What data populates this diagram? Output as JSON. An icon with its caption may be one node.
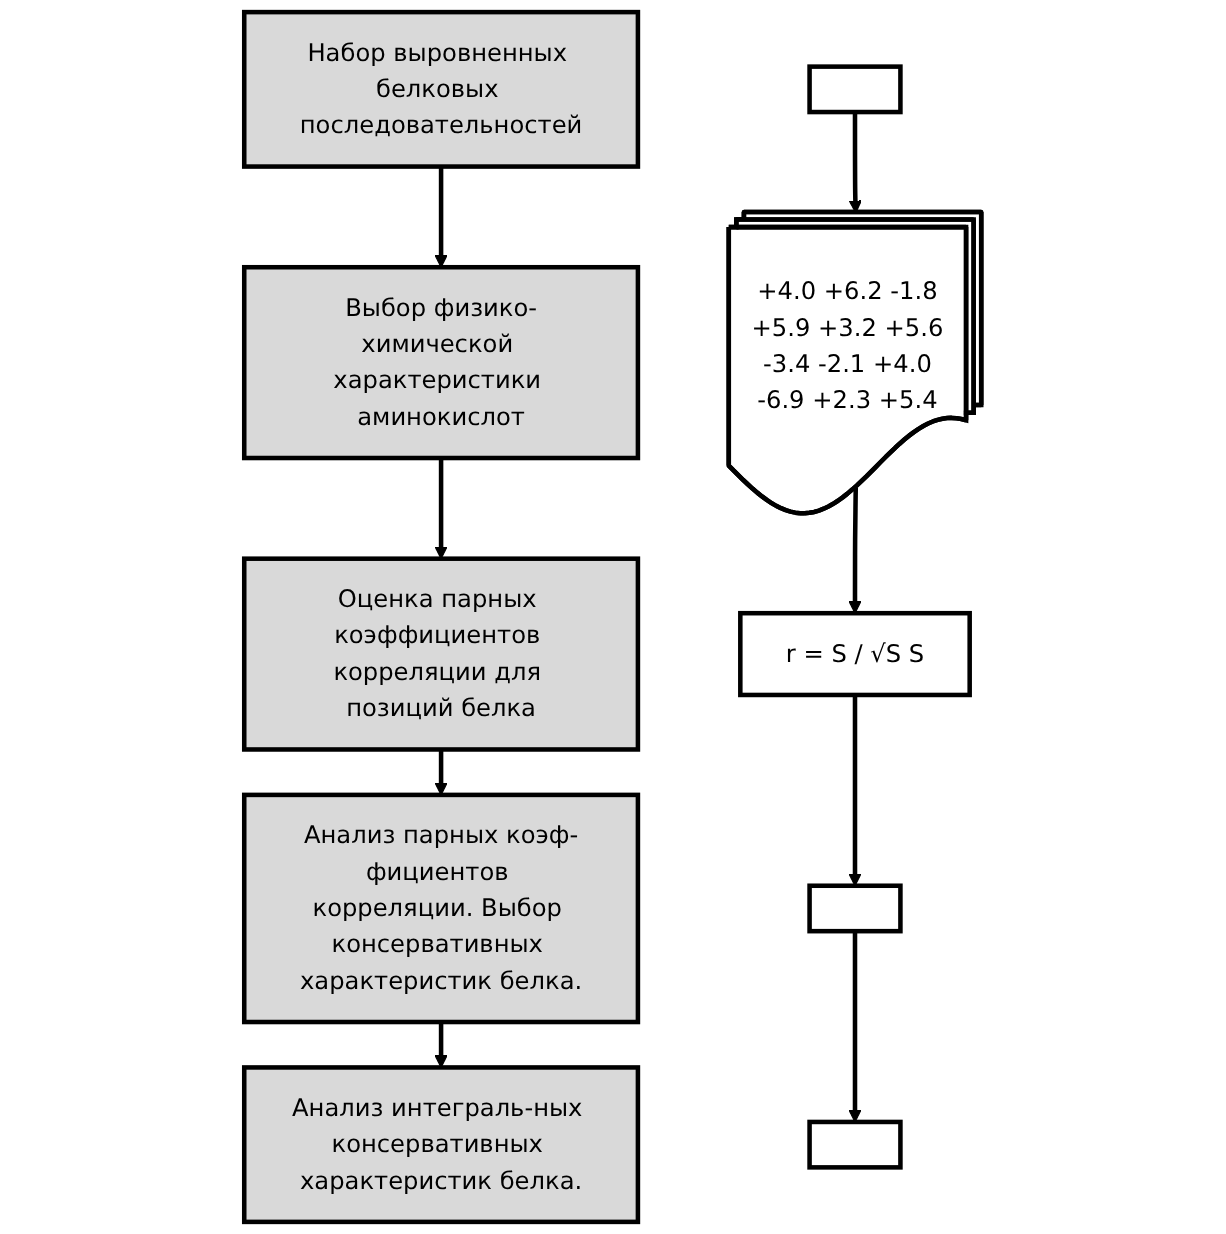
{
  "diagram": {
    "nodes": [
      {
        "text": [
          "Набор выровненных белковых последовательностей"
        ]
      },
      {
        "text": [
          "Выбор физико-химической характеристики аминокислот"
        ]
      },
      {
        "text": [
          "Оценка парных коэффициентов корреляции для позиций белка"
        ]
      },
      {
        "text": [
          "Анализ парных коэф-фициентов корреляции. Выбор консервативных характеристик белка."
        ]
      },
      {
        "text": [
          "Анализ интеграль-ных консервативных характеристик белка."
        ]
      },
      {
        "text": [],
        "shape": "box"
      },
      {
        "text": [
          "+4.0 +6.2 -1.8",
          "+5.9 +3.2 +5.6",
          "-3.4 -2.1 +4.0",
          "-6.9 +2.3 +5.4"
        ]
      },
      {
        "text": [
          "r = S / √S S"
        ]
      },
      {
        "text": [],
        "shape": "box"
      },
      {
        "text": [],
        "shape": "box"
      }
    ],
    "edges": [
      {
        "from": 0,
        "to": 1,
        "arrow": "to"
      },
      {
        "from": 1,
        "to": 2,
        "arrow": "to"
      },
      {
        "from": 2,
        "to": 3,
        "arrow": "to"
      },
      {
        "from": 3,
        "to": 4,
        "arrow": "to"
      },
      {
        "from": 5,
        "to": 6,
        "arrow": "to"
      },
      {
        "from": 6,
        "to": 7,
        "arrow": "to"
      },
      {
        "from": 7,
        "to": 8,
        "arrow": "to"
      },
      {
        "from": 8,
        "to": 9,
        "arrow": "to"
      }
    ]
  }
}
